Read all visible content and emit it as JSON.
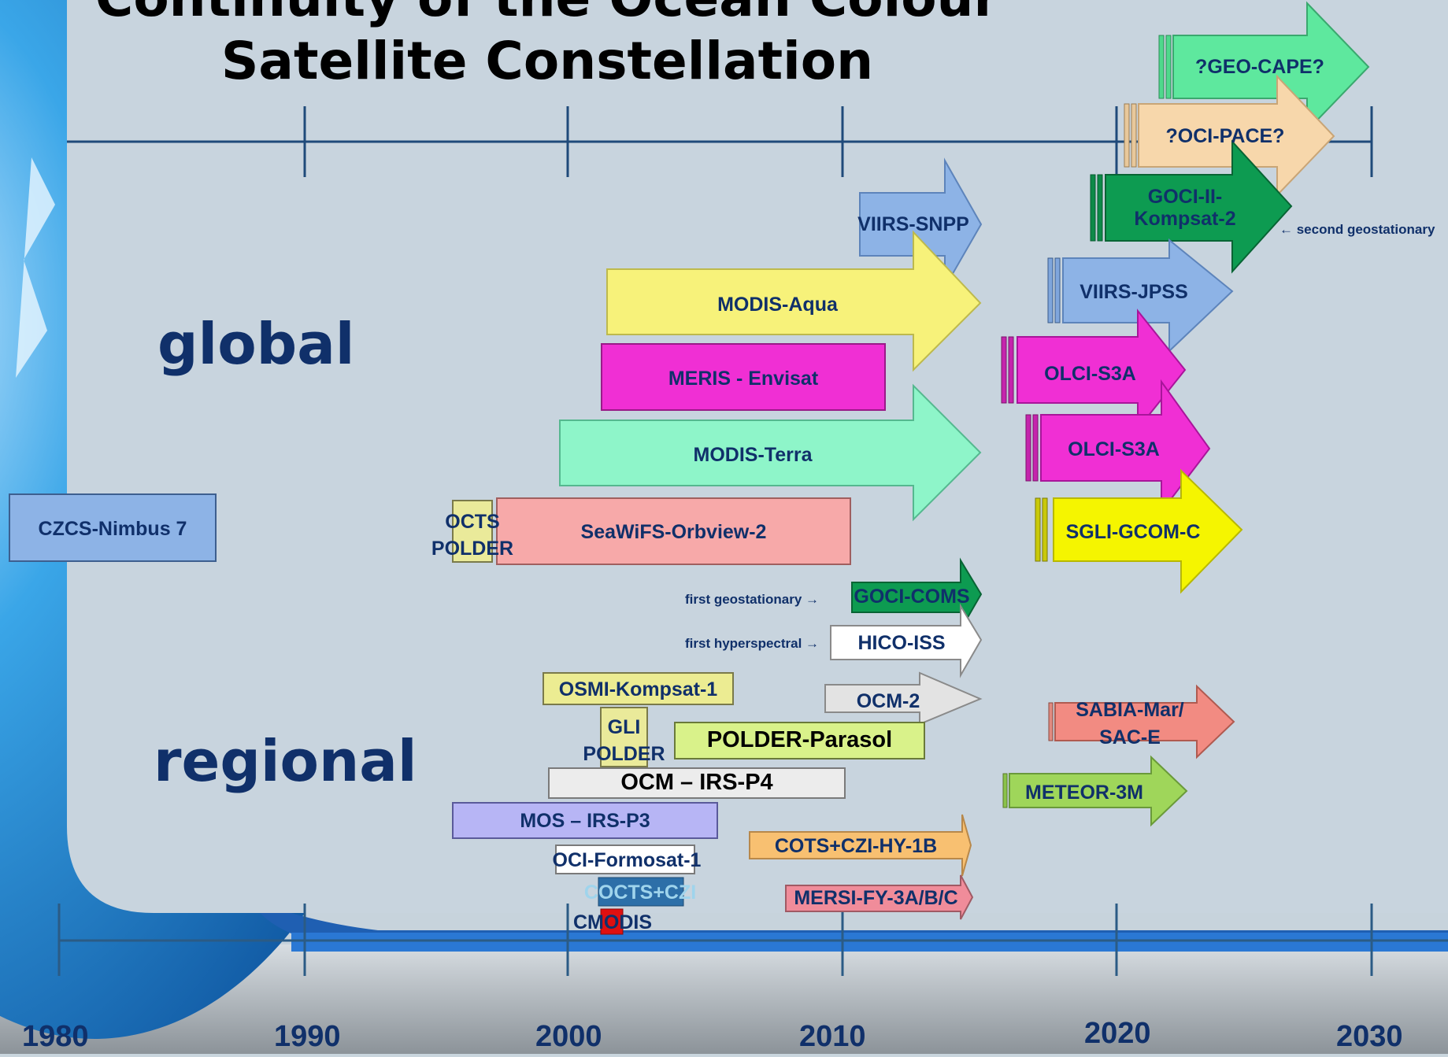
{
  "title": {
    "line1": "Continuity of the Ocean Colour",
    "line2": "Satellite Constellation"
  },
  "categories": {
    "global": "global",
    "regional": "regional"
  },
  "years": [
    "1980",
    "1990",
    "2000",
    "2010",
    "2020",
    "2030"
  ],
  "notes": {
    "first_geo": "first geostationary →",
    "first_hyper": "first hyperspectral →",
    "second_geo": "← second geostationary"
  },
  "missions": {
    "geo_cape": "?GEO-CAPE?",
    "oci_pace": "?OCI-PACE?",
    "goci2": "GOCI-II-Kompsat-2",
    "viirs_snpp": "VIIRS-SNPP",
    "viirs_jpss": "VIIRS-JPSS",
    "modis_aqua": "MODIS-Aqua",
    "meris": "MERIS - Envisat",
    "olci_1": "OLCI-S3A",
    "modis_terra": "MODIS-Terra",
    "olci_2": "OLCI-S3A",
    "sgli": "SGLI-GCOM-C",
    "czcs": "CZCS-Nimbus 7",
    "octs": "OCTS POLDER",
    "seawifs": "SeaWiFS-Orbview-2",
    "goci_coms": "GOCI-COMS",
    "hico": "HICO-ISS",
    "osmi": "OSMI-Kompsat-1",
    "ocm2": "OCM-2",
    "gli": "GLI POLDER",
    "polder_parasol": "POLDER-Parasol",
    "sabia": "SABIA-Mar/ SAC-E",
    "ocm_irs": "OCM – IRS-P4",
    "meteor": "METEOR-3M",
    "mos": "MOS – IRS-P3",
    "cots": "COTS+CZI-HY-1B",
    "oci_formosat": "OCI-Formosat-1",
    "cocts": "COCTS+CZI",
    "mersi": "MERSI-FY-3A/B/C",
    "cmodis": "CMODIS"
  },
  "colors": {
    "yellow": "#f7f27a",
    "magenta": "#f02fd4",
    "aqua": "#8ef5c9",
    "lightblue": "#8db3e6",
    "pink": "#f7a9a9",
    "green": "#0d9b51",
    "gold": "#f5f500",
    "peach": "#f7d7ab",
    "mint": "#5ee89e",
    "lime": "#9fd65a",
    "orange": "#f8c071",
    "rose": "#f08c9a",
    "lavender": "#b7b5f5"
  }
}
